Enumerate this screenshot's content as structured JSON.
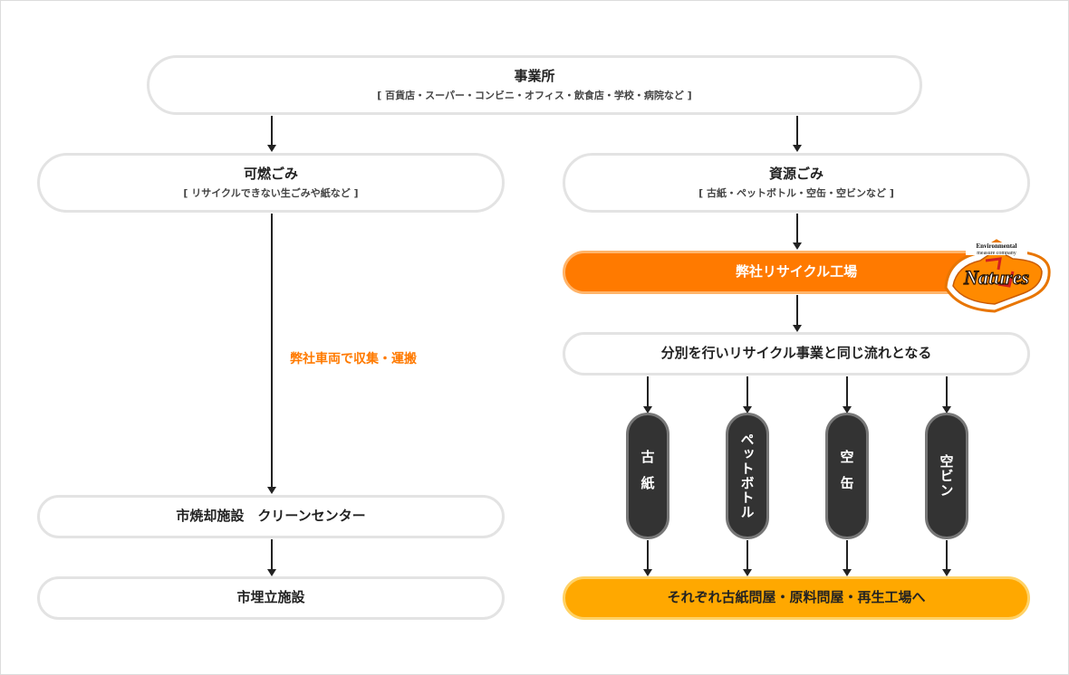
{
  "office": {
    "title": "事業所",
    "sub": "[ 百貨店・スーパー・コンビニ・オフィス・飲食店・学校・病院など ]"
  },
  "burnable": {
    "title": "可燃ごみ",
    "sub": "[ リサイクルできない生ごみや紙など ]"
  },
  "resource": {
    "title": "資源ごみ",
    "sub": "[ 古紙・ペットボトル・空缶・空ビンなど ]"
  },
  "recycle_plant": {
    "title": "弊社リサイクル工場"
  },
  "logo": {
    "top_text": "Environmental measure company",
    "brand": "Natures"
  },
  "transport_note": "弊社車両で収集・運搬",
  "sorting": {
    "title": "分別を行いリサイクル事業と同じ流れとなる"
  },
  "categories": [
    "古紙",
    "ペットボトル",
    "空缶",
    "空ビン"
  ],
  "incineration": {
    "title": "市焼却施設　クリーンセンター"
  },
  "landfill": {
    "title": "市埋立施設"
  },
  "destination": {
    "title": "それぞれ古紙問屋・原料問屋・再生工場へ"
  },
  "colors": {
    "accent_orange": "#ff7a00",
    "accent_yellow": "#ffa800",
    "capsule_dark": "#333333"
  }
}
